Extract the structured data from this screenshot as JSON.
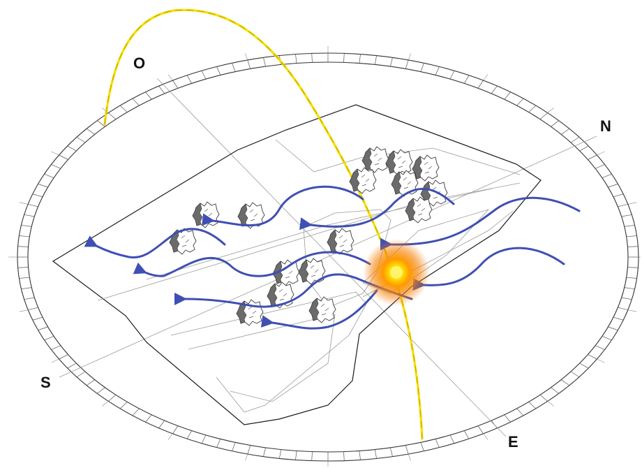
{
  "compass": {
    "west_label": "O",
    "north_label": "N",
    "south_label": "S",
    "east_label": "E"
  },
  "colors": {
    "wind_arrow": "#3f4fb3",
    "sun_path": "#f5e000",
    "sun_core": "#ffe600",
    "sun_glow": "#f57c00",
    "tree_shadow": "#6b6b6b",
    "outline": "#1a1a1a"
  },
  "icons": {
    "tree": "tree-icon",
    "sun": "sun-icon",
    "wind": "wind-arrow-icon"
  }
}
